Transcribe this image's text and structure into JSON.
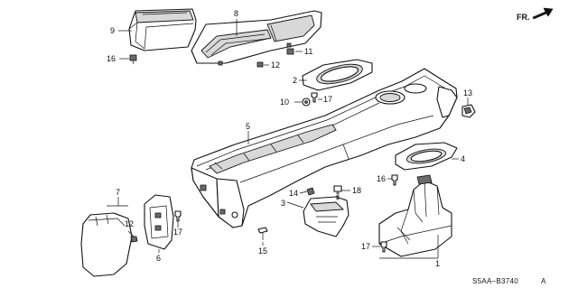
{
  "diagram": {
    "code": "S5AA–B3740",
    "code_suffix": "A",
    "direction_label": "FR.",
    "callouts": {
      "c1": "1",
      "c2": "2",
      "c3": "3",
      "c4": "4",
      "c5": "5",
      "c6": "6",
      "c7": "7",
      "c8": "8",
      "c9": "9",
      "c10": "10",
      "c11": "11",
      "c12a": "12",
      "c12b": "12",
      "c13": "13",
      "c14": "14",
      "c15": "15",
      "c16a": "16",
      "c16b": "16",
      "c17a": "17",
      "c17b": "17",
      "c17c": "17",
      "c18": "18"
    }
  }
}
